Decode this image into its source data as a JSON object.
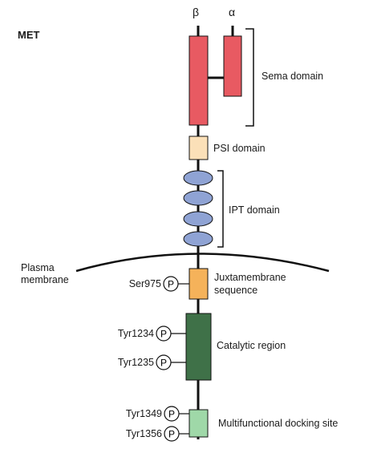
{
  "title": "MET",
  "chains": {
    "beta": "β",
    "alpha": "α"
  },
  "domains": {
    "sema": "Sema domain",
    "psi": "PSI domain",
    "ipt": "IPT domain",
    "membrane_line1": "Plasma",
    "membrane_line2": "membrane",
    "juxta_line1": "Juxtamembrane",
    "juxta_line2": "sequence",
    "catalytic": "Catalytic region",
    "docking": "Multifunctional docking site"
  },
  "phospho_sites": [
    "Ser975",
    "Tyr1234",
    "Tyr1235",
    "Tyr1349",
    "Tyr1356"
  ],
  "phospho_symbol": "P",
  "colors": {
    "sema": "#e85a62",
    "psi": "#fbe0b8",
    "ipt": "#8fa3d4",
    "juxta": "#f5b25a",
    "catalytic": "#3f7148",
    "docking": "#9fd8a8",
    "line": "#111111"
  }
}
